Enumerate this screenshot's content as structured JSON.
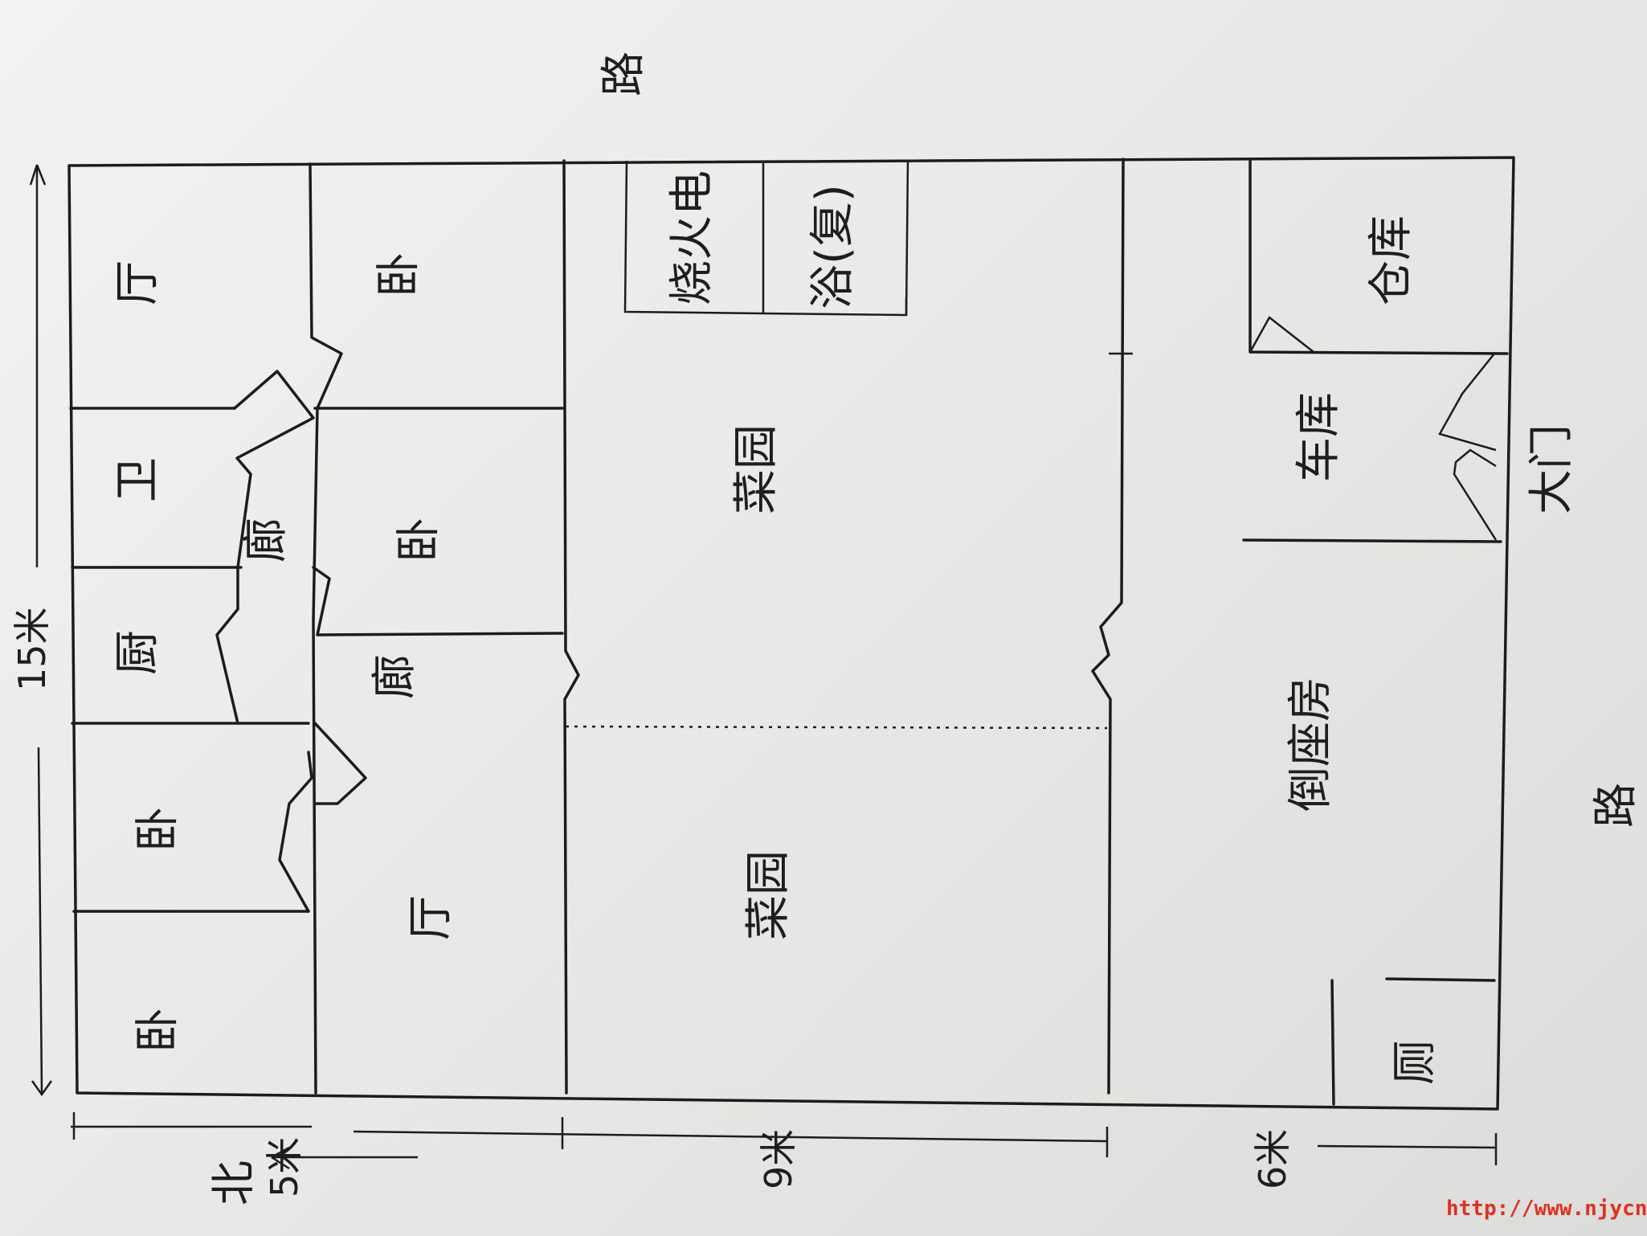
{
  "rooms": {
    "ting_top": "厅",
    "wo_top_inner": "卧",
    "wei": "卫",
    "chu": "厨",
    "lang_1": "廊",
    "wo_mid": "卧",
    "lang_2": "廊",
    "wo_left_1": "卧",
    "wo_left_2": "卧",
    "ting_bottom": "厅",
    "caiyuan_1": "菜园",
    "caiyuan_2": "菜园",
    "shaodian": "烧火电",
    "yu": "浴(复)",
    "cangku": "仓库",
    "cheku": "车库",
    "daozuofang": "倒座房",
    "ce": "厕",
    "damen": "大门"
  },
  "dimensions": {
    "length": "15米",
    "w1": "5米",
    "w2": "9米",
    "w3": "6米",
    "north": "北"
  },
  "corner_notes": {
    "top_right": "路",
    "bottom_right": "路"
  },
  "watermark": "http://www.njycn.com"
}
